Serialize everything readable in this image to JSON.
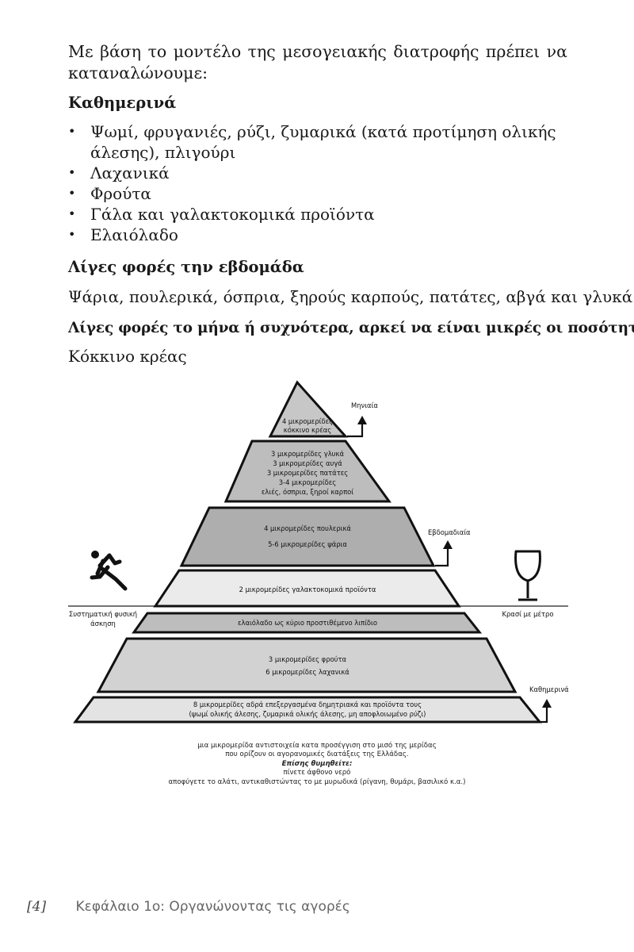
{
  "intro": "Με βάση το μοντέλο της μεσογειακής διατροφής πρέπει να καταναλώνουμε:",
  "daily_heading": "Καθημερινά",
  "daily_items": [
    "Ψωμί, φρυγανιές, ρύζι, ζυμαρικά (κατά προτίμηση ολικής άλεσης), πλιγούρι",
    "Λαχανικά",
    "Φρούτα",
    "Γάλα και γαλακτοκομικά προϊόντα",
    "Ελαιόλαδο"
  ],
  "weekly_heading": "Λίγες φορές την εβδομάδα",
  "weekly_text": "Ψάρια, πουλερικά, όσπρια, ξηρούς καρπούς, πατάτες, αβγά και γλυκά",
  "monthly_heading": "Λίγες φορές το μήνα ή συχνότερα, αρκεί να είναι μικρές οι ποσότητες",
  "monthly_text": "Κόκκινο κρέας",
  "pyramid": {
    "tiers": [
      {
        "lines": [
          "4 μικρομερίδες",
          "κόκκινο κρέας"
        ],
        "fill": "#c7c7c7"
      },
      {
        "lines": [
          "3 μικρομερίδες γλυκά",
          "3 μικρομερίδες αυγά",
          "3 μικρομερίδες πατάτες",
          "3-4 μικρομερίδες",
          "ελιές, όσπρια, ξηροί καρποί"
        ],
        "fill": "#bdbdbd"
      },
      {
        "lines": [
          "4 μικρομερίδες πουλερικά",
          "5-6 μικρομερίδες ψάρια"
        ],
        "fill": "#aeaeae"
      },
      {
        "lines": [
          "2 μικρομερίδες γαλακτοκομικά προϊόντα"
        ],
        "fill": "#ebebeb"
      },
      {
        "lines": [
          "ελαιόλαδο ως κύριο προστιθέμενο λιπίδιο"
        ],
        "fill": "#bdbdbd"
      },
      {
        "lines": [
          "3 μικρομερίδες φρούτα",
          "6 μικρομερίδες λαχανικά"
        ],
        "fill": "#d2d2d2"
      },
      {
        "lines": [
          "8 μικρομερίδες αδρά επεξεργασμένα δημητριακά και προϊόντα τους",
          "(ψωμί ολικής άλεσης, ζυμαρικά ολικής άλεσης, μη αποφλοιωμένο ρύζι)"
        ],
        "fill": "#e3e3e3"
      }
    ],
    "label_monthly": "Μηνιαία",
    "label_weekly": "Εβδομαδιαία",
    "label_daily": "Καθημερινά",
    "label_exercise_line1": "Συστηματική φυσική",
    "label_exercise_line2": "άσκηση",
    "label_wine": "Κρασί με μέτρο",
    "icons": [
      "running-person-icon",
      "wine-glass-icon",
      "arrow-up-icon"
    ]
  },
  "notes": {
    "line1": "μια μικρομερίδα αντιστοιχεία κατα προσέγγιση στο μισό της μερίδας",
    "line2": "που ορίζουν οι αγορανομικές διατάξεις της Ελλάδας.",
    "line3": "Επίσης θυμηθείτε:",
    "line4": "πίνετε άφθονο νερό",
    "line5": "αποφύγετε το αλάτι, αντικαθιστώντας το με μυρωδικά (ρίγανη, θυμάρι, βασιλικό κ.α.)"
  },
  "footer": {
    "page_number": "[4]",
    "chapter": "Κεφάλαιο 1ο: Οργανώνοντας τις αγορές"
  }
}
